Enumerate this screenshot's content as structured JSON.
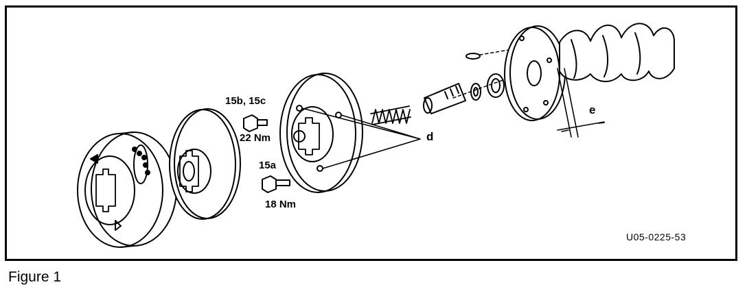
{
  "figure": {
    "caption": "Figure 1",
    "reference_code": "U05-0225-53"
  },
  "labels": {
    "bolt_upper_id": "15b, 15c",
    "bolt_upper_torque": "22 Nm",
    "bolt_lower_id": "15a",
    "bolt_lower_torque": "18 Nm",
    "callout_d": "d",
    "callout_e": "e"
  }
}
